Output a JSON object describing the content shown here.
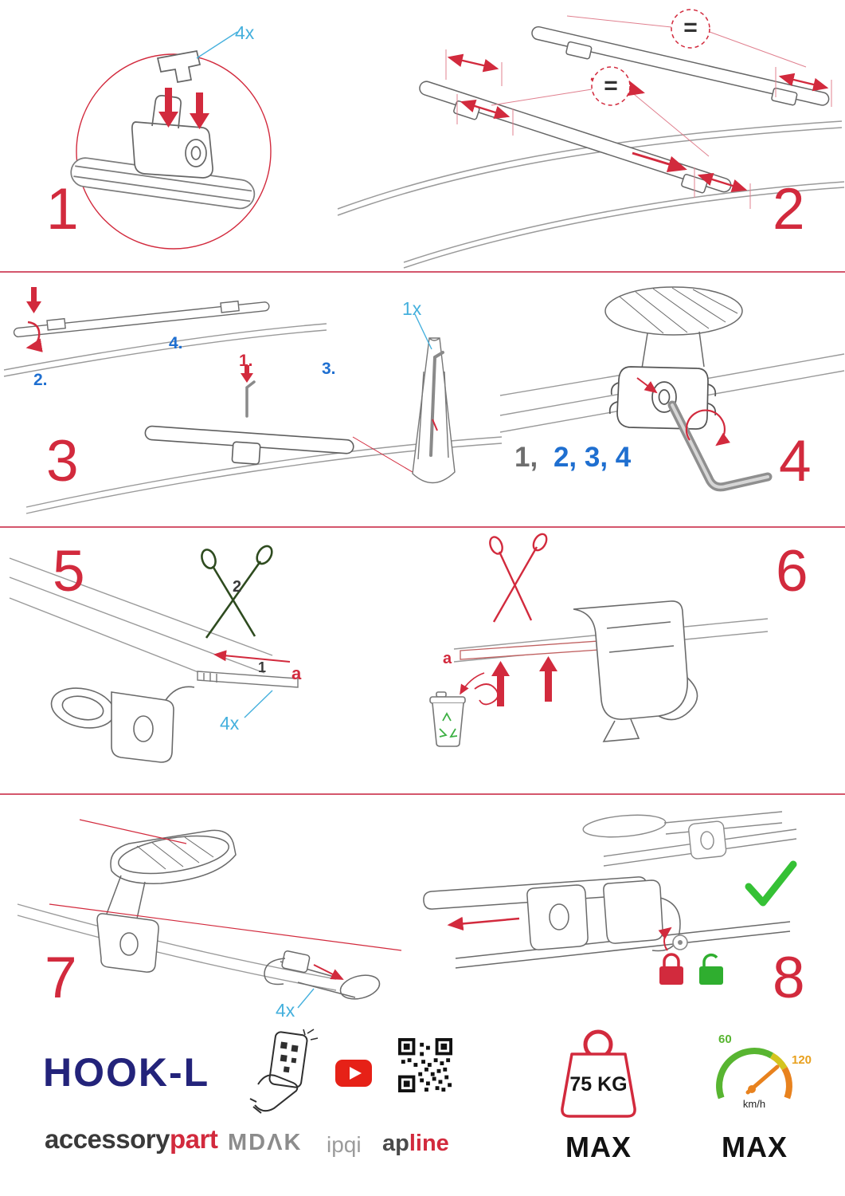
{
  "steps": {
    "s1": {
      "number": "1",
      "qty": "4x"
    },
    "s2": {
      "number": "2",
      "equal_top": "=",
      "equal_mid": "="
    },
    "s3": {
      "number": "3",
      "qty": "1x",
      "sub1": "1.",
      "sub2": "2.",
      "sub3": "3.",
      "sub4": "4."
    },
    "s4": {
      "number": "4",
      "seq_first": "1,",
      "seq_rest": "2, 3, 4"
    },
    "s5": {
      "number": "5",
      "cut_label": "2",
      "insert_label": "1",
      "end_label": "a",
      "qty": "4x"
    },
    "s6": {
      "number": "6",
      "end_label": "a"
    },
    "s7": {
      "number": "7",
      "qty": "4x"
    },
    "s8": {
      "number": "8"
    }
  },
  "footer": {
    "product": "HOOK-L",
    "brand_main": "accessory",
    "brand_accent": "part",
    "logo_mdak": "MDΛK",
    "logo_ipqi": "ipqi",
    "logo_ap": "ap",
    "logo_line": "line",
    "weight_value": "75 KG",
    "weight_max": "MAX",
    "speed_low": "60",
    "speed_high": "120",
    "speed_unit": "km/h",
    "speed_max": "MAX"
  },
  "colors": {
    "accent_red": "#d22a3d",
    "light_blue": "#45b0dd",
    "blue": "#1f6fd0",
    "navy": "#23237a",
    "green": "#35c135",
    "orange": "#e8821e"
  }
}
